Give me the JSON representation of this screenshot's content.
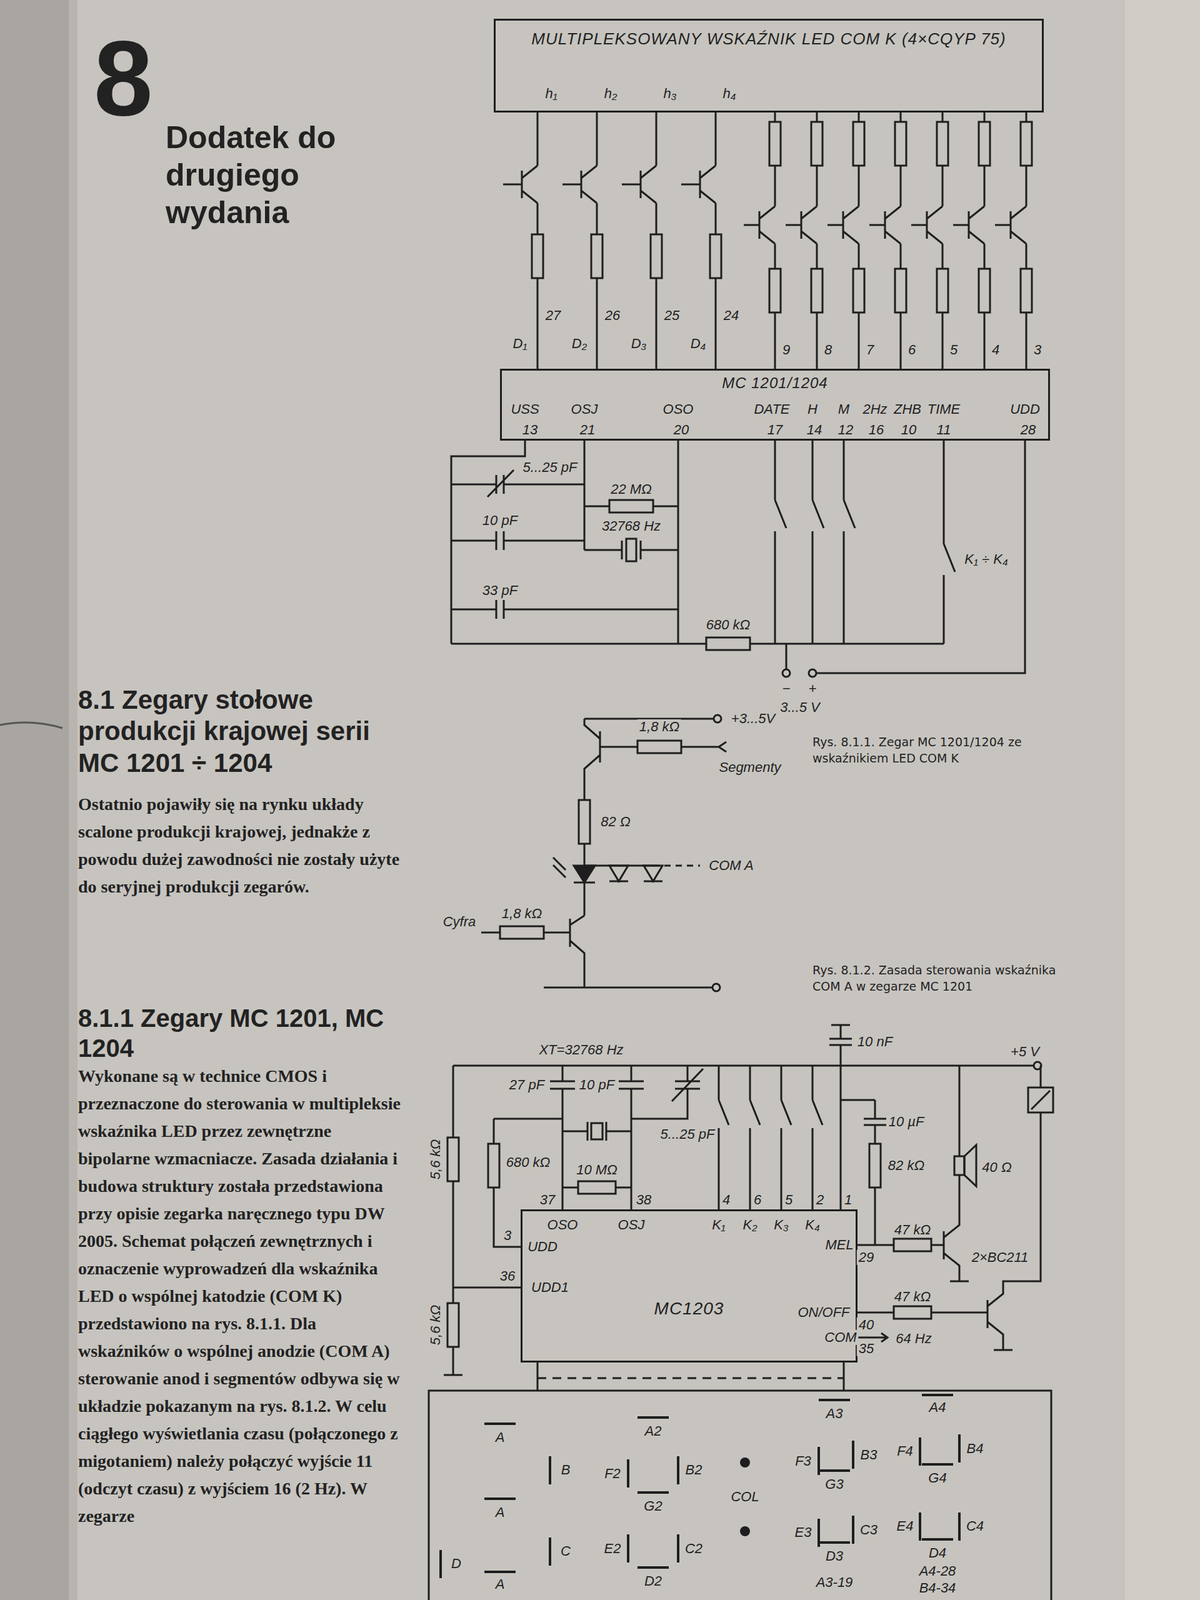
{
  "diagram": {
    "title": "Dodatek do drugiego wydania",
    "nodes": [
      {
        "text": [
          "MULTIPLEKSOWANY WSKAŹNIK LED COM K (4×CQYP 75)"
        ]
      },
      {
        "text": [
          "MC 1201/1204"
        ]
      },
      {
        "text": [
          "MC1203"
        ]
      }
    ],
    "labels": [
      "8",
      "8.1 Zegary stołowe produkcji krajowej serii MC 1201 ÷ 1204",
      "Ostatnio pojawiły się na rynku układy scalone produkcji krajowej, jednakże z powodu dużej zawodności nie zostały użyte do seryjnej produkcji zegarów.",
      "8.1.1 Zegary MC 1201, MC 1204",
      "Wykonane są w technice CMOS i przeznaczone do sterowania w multipleksie wskaźnika LED przez zewnętrzne bipolarne wzmacniacze. Zasada działania i budowa struktury została przedstawiona przy opisie zegarka naręcznego typu DW 2005. Schemat połączeń zewnętrznych i oznaczenie wyprowadzeń dla wskaźnika LED o wspólnej katodzie (COM K) przedstawiono na rys. 8.1.1. Dla wskaźników o wspólnej anodzie (COM A) sterowanie anod i segmentów odbywa się w układzie pokazanym na rys. 8.1.2. W celu ciągłego wyświetlania czasu (połączonego z migotaniem) należy połączyć wyjście 11 (odczyt czasu) z wyjściem 16 (2 Hz). W zegarze",
      "h₁",
      "h₂",
      "h₃",
      "h₄",
      "27",
      "D₁",
      "26",
      "D₂",
      "25",
      "D₃",
      "24",
      "D₄",
      "9",
      "8",
      "7",
      "6",
      "5",
      "4",
      "3",
      "USS",
      "13",
      "OSJ",
      "21",
      "OSO",
      "20",
      "DATE",
      "17",
      "H",
      "14",
      "M",
      "12",
      "2Hz",
      "16",
      "ZHB",
      "10",
      "TIME",
      "11",
      "UDD",
      "28",
      "5...25 pF",
      "22 MΩ",
      "10 pF",
      "32768 Hz",
      "33 pF",
      "680 kΩ",
      "K₁ ÷ K₄",
      "−",
      "+",
      "3...5 V",
      "Rys. 8.1.1. Zegar MC 1201/1204 ze wskaźnikiem LED COM K",
      "+3...5V",
      "1,8 kΩ",
      "Segmenty",
      "82 Ω",
      "COM A",
      "Cyfra",
      "1,8 kΩ",
      "Rys. 8.1.2. Zasada sterowania wskaźnika COM A w zegarze MC 1201",
      "XT=32768 Hz",
      "27 pF",
      "10 pF",
      "5...25 pF",
      "680 kΩ",
      "10 MΩ",
      "37",
      "38",
      "OSO",
      "OSJ",
      "3",
      "UDD",
      "36",
      "UDD1",
      "4",
      "6",
      "5",
      "2",
      "1",
      "K₁",
      "K₂",
      "K₃",
      "K₄",
      "10 nF",
      "MEL",
      "29",
      "10 µF",
      "82 kΩ",
      "47 kΩ",
      "40 Ω",
      "2×BC211",
      "ON/OFF",
      "40",
      "47 kΩ",
      "COM",
      "35",
      "64 Hz",
      "5,6 kΩ",
      "5,6 kΩ",
      "+5 V",
      "A",
      "B",
      "A",
      "C",
      "D",
      "A",
      "A2",
      "F2",
      "B2",
      "G2",
      "E2",
      "C2",
      "D2",
      "COL",
      "A3",
      "F3",
      "B3",
      "G3",
      "E3",
      "C3",
      "D3",
      "A3-19",
      "A4",
      "F4",
      "B4",
      "G4",
      "E4",
      "C4",
      "D4",
      "A4-28",
      "B4-34"
    ]
  }
}
